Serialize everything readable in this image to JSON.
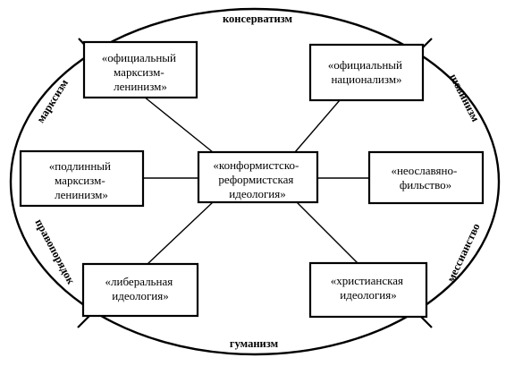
{
  "center": {
    "lines": [
      "«конформистско-",
      "реформистская",
      "идеология»"
    ]
  },
  "boxes": {
    "top_left": {
      "lines": [
        "«официальный",
        "марксизм-",
        "ленинизм»"
      ]
    },
    "top_right": {
      "lines": [
        "«официальный",
        "национализм»"
      ]
    },
    "mid_left": {
      "lines": [
        "«подлинный",
        "марксизм-",
        "ленинизм»"
      ]
    },
    "mid_right": {
      "lines": [
        "«неославяно-",
        "фильство»"
      ]
    },
    "bottom_left": {
      "lines": [
        "«либеральная",
        "идеология»"
      ]
    },
    "bottom_right": {
      "lines": [
        "«христианская",
        "идеология»"
      ]
    }
  },
  "ring_labels": {
    "top": "консерватизм",
    "bottom": "гуманизм",
    "upper_left": "марксизм",
    "upper_right": "шовинизм",
    "lower_left": "правопорядок",
    "lower_right": "мессианство"
  }
}
